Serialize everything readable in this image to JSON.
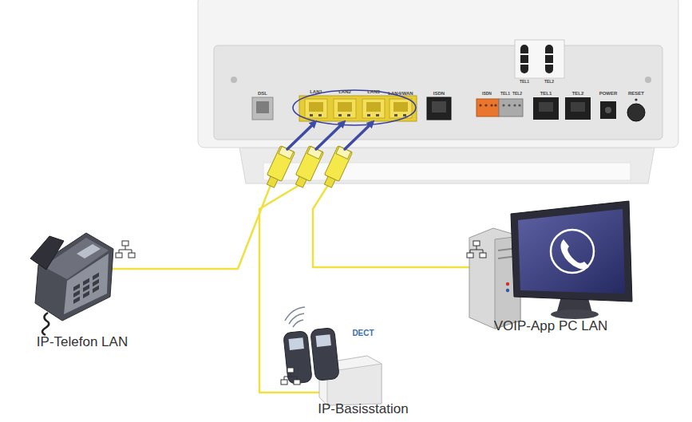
{
  "diagram": {
    "nodes": [
      {
        "text": [
          "LAN1"
        ]
      },
      {
        "text": [
          "LAN2"
        ]
      },
      {
        "text": [
          "LAN3"
        ]
      },
      {
        "text": [
          "IP-Telefon LAN"
        ]
      },
      {
        "text": [
          "VOIP-App PC LAN"
        ]
      },
      {
        "text": [
          "IP-Basisstation"
        ]
      }
    ],
    "edges": [
      {
        "from": 3,
        "to": 0,
        "arrow": "to"
      },
      {
        "from": 5,
        "to": 1,
        "arrow": "to"
      },
      {
        "from": 4,
        "to": 2,
        "arrow": "to"
      }
    ],
    "labels": [
      "TEL1",
      "TEL2",
      "DSL",
      "LAN4/WAN",
      "ISDN",
      "ISDN",
      "TEL1",
      "TEL2",
      "TEL1",
      "TEL2",
      "POWER",
      "RESET",
      "DECT"
    ]
  }
}
